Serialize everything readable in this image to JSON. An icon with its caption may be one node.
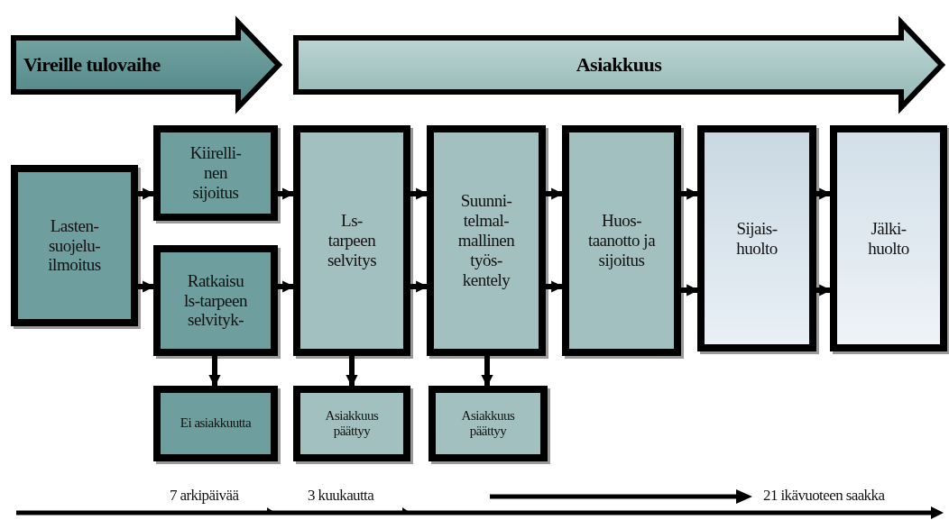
{
  "diagram": {
    "nodes": [
      {
        "text": [
          "Vireille tulovaihe"
        ]
      },
      {
        "text": [
          "Asiakkuus"
        ]
      },
      {
        "text": [
          "Lasten- suojelu- ilmoitus"
        ]
      },
      {
        "text": [
          "Kiirelli- nen sijoitus"
        ]
      },
      {
        "text": [
          "Ratkaisu ls-tarpeen selvityk-"
        ]
      },
      {
        "text": [
          "Ei asiakkuutta"
        ]
      },
      {
        "text": [
          "Ls- tarpeen selvitys"
        ]
      },
      {
        "text": [
          "Asiakkuus päättyy"
        ]
      },
      {
        "text": [
          "Suunni- telmal- mallinen työs- kentely"
        ]
      },
      {
        "text": [
          "Asiakkuus päättyy"
        ]
      },
      {
        "text": [
          "Huos- taanotto ja sijoitus"
        ]
      },
      {
        "text": [
          "Sijais- huolto"
        ]
      },
      {
        "text": [
          "Jälki- huolto"
        ]
      }
    ],
    "edges": [
      {
        "from": 2,
        "to": 3,
        "arrow": "to"
      },
      {
        "from": 2,
        "to": 4,
        "arrow": "to"
      },
      {
        "from": 3,
        "to": 6,
        "arrow": "to"
      },
      {
        "from": 4,
        "to": 6,
        "arrow": "to"
      },
      {
        "from": 4,
        "to": 5,
        "arrow": "to"
      },
      {
        "from": 6,
        "to": 7,
        "arrow": "to"
      },
      {
        "from": 6,
        "to": 8,
        "arrow": "to"
      },
      {
        "from": 6,
        "to": 8,
        "arrow": "to"
      },
      {
        "from": 8,
        "to": 9,
        "arrow": "to"
      },
      {
        "from": 8,
        "to": 10,
        "arrow": "to"
      },
      {
        "from": 8,
        "to": 10,
        "arrow": "to"
      },
      {
        "from": 10,
        "to": 11,
        "arrow": "to"
      },
      {
        "from": 10,
        "to": 11,
        "arrow": "to"
      },
      {
        "from": 11,
        "to": 12,
        "arrow": "to"
      },
      {
        "from": 11,
        "to": 12,
        "arrow": "to"
      }
    ],
    "labels": [
      "7 arkipäivää",
      "3 kuukautta",
      "21 ikävuoteen saakka"
    ]
  }
}
